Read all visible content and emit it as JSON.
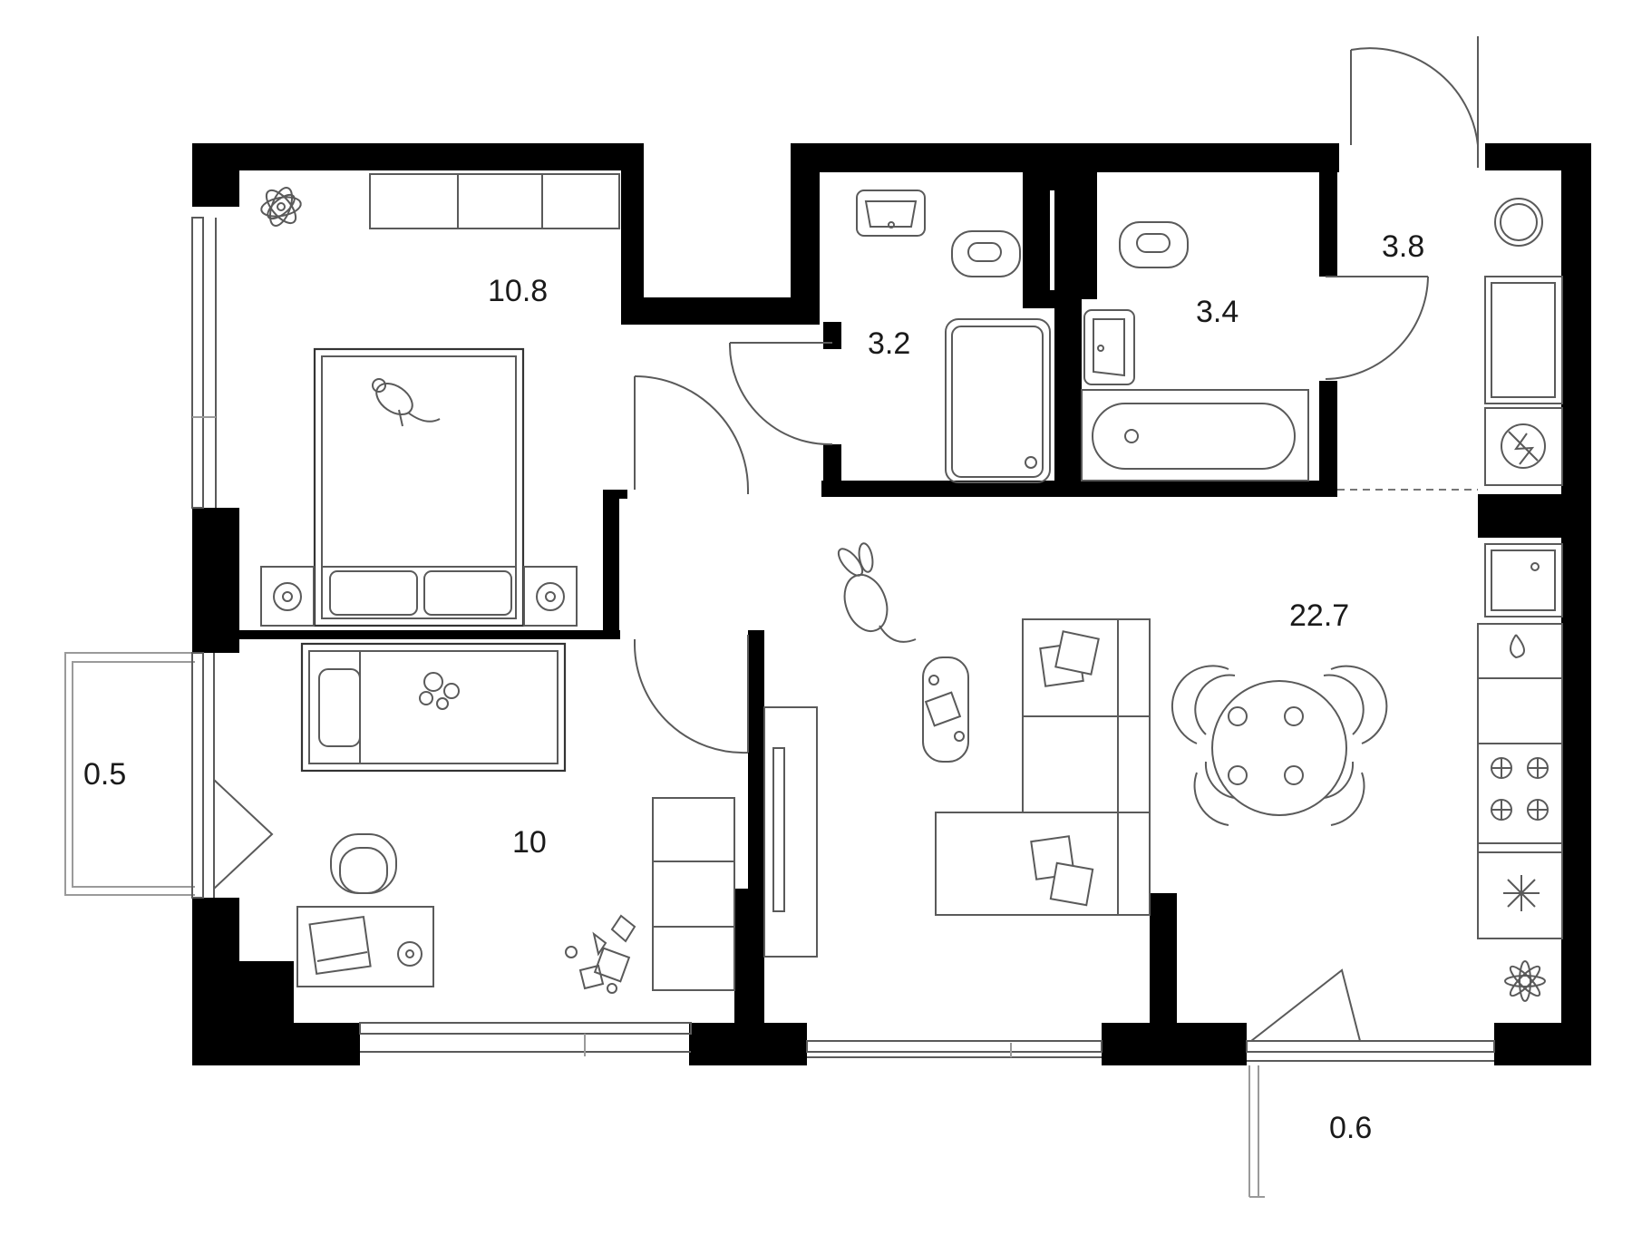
{
  "rooms": [
    {
      "id": "bedroom",
      "area": "10.8"
    },
    {
      "id": "bathroom-1",
      "area": "3.2"
    },
    {
      "id": "bathroom-2",
      "area": "3.4"
    },
    {
      "id": "hallway",
      "area": "3.8"
    },
    {
      "id": "living-kitchen",
      "area": "22.7"
    },
    {
      "id": "kids-room",
      "area": "10"
    },
    {
      "id": "balcony-left",
      "area": "0.5"
    },
    {
      "id": "balcony-bottom",
      "area": "0.6"
    }
  ],
  "colors": {
    "wall": "#000000",
    "line": "#5a5a5a",
    "background": "#ffffff"
  },
  "icons": [
    "plant-icon",
    "bed-icon",
    "nightstand-icon",
    "mouse-figure-icon",
    "wardrobe-icon",
    "sink-icon",
    "toilet-icon",
    "shower-tray-icon",
    "bathtub-icon",
    "washing-machine-icon",
    "stove-icon",
    "fridge-icon",
    "sofa-icon",
    "dining-table-icon",
    "coffee-table-icon",
    "tv-stand-icon",
    "desk-icon",
    "chair-icon",
    "toys-icon",
    "child-bed-icon"
  ]
}
